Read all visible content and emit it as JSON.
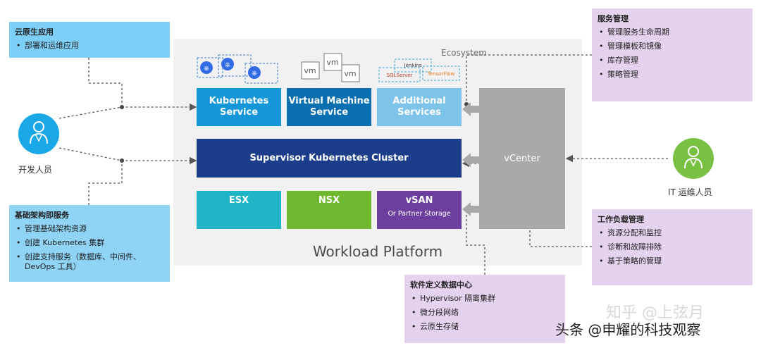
{
  "platform": {
    "title": "Workload Platform",
    "ecosystem_label": "Ecosystem"
  },
  "services": {
    "kubernetes": "Kubernetes Service",
    "vm": "Virtual Machine Service",
    "additional": "Additional Services"
  },
  "icons": {
    "vm_label": "vm",
    "ecosystem_logos": [
      "Jenkins",
      "SQLServer",
      "TensorFlow"
    ]
  },
  "supervisor": "Supervisor Kubernetes Cluster",
  "infra": {
    "esx": "ESX",
    "nsx": "NSX",
    "vsan": "vSAN",
    "vsan_sub": "Or Partner Storage"
  },
  "vcenter": "vCenter",
  "cards": {
    "cloud_native": {
      "title": "云原生应用",
      "items": [
        "部署和运维应用"
      ]
    },
    "infra_service": {
      "title": "基础架构即服务",
      "items": [
        "管理基础架构资源",
        "创建 Kubernetes 集群",
        "创建支持服务（数据库、中间件、DevOps 工具）"
      ]
    },
    "service_mgmt": {
      "title": "服务管理",
      "items": [
        "管理服务生命周期",
        "管理模板和镜像",
        "库存管理",
        "策略管理"
      ]
    },
    "workload_mgmt": {
      "title": "工作负载管理",
      "items": [
        "资源分配和监控",
        "诊断和故障排除",
        "基于策略的管理"
      ]
    },
    "sddc": {
      "title": "软件定义数据中心",
      "items": [
        "Hypervisor 隔离集群",
        "微分段网络",
        "云原生存储"
      ]
    }
  },
  "people": {
    "developer": "开发人员",
    "it_ops": "IT 运维人员"
  },
  "watermarks": {
    "zhihu": "知乎 @上弦月",
    "toutiao": "头条 @申耀的科技观察"
  },
  "colors": {
    "k8s_blue": "#1496d8",
    "vm_blue": "#0a6fb0",
    "addl_light": "#7ec4ea",
    "supervisor_navy": "#1c3e8a",
    "esx_teal": "#1fb4c6",
    "nsx_green": "#6fb830",
    "vsan_purple": "#6c3f9e",
    "vcenter_gray": "#a9a9a9",
    "developer_icon": "#1aa7e8",
    "it_icon": "#78c143"
  }
}
